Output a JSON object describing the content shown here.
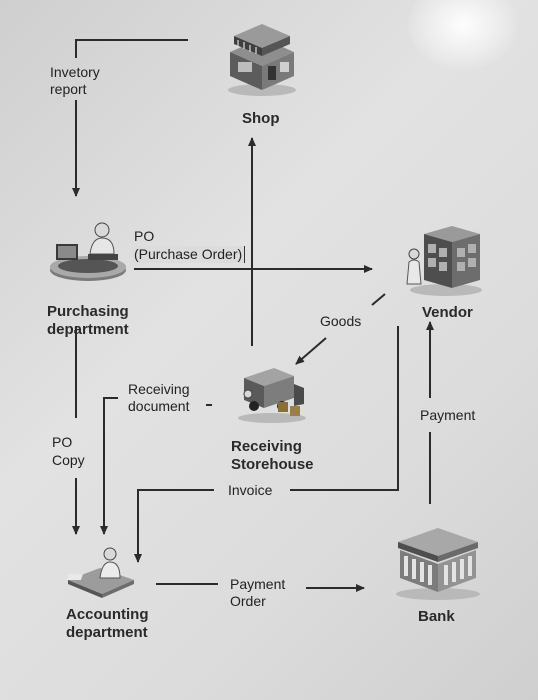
{
  "nodes": {
    "shop": "Shop",
    "purchasing": [
      "Purchasing",
      "department"
    ],
    "vendor": "Vendor",
    "receiving": [
      "Receiving",
      "Storehouse"
    ],
    "accounting": [
      "Accounting",
      "department"
    ],
    "bank": "Bank"
  },
  "flows": {
    "inventory_report": [
      "Invetory",
      "report"
    ],
    "po": [
      "PO",
      "(Purchase Order)"
    ],
    "goods": "Goods",
    "receiving_document": [
      "Receiving",
      "document"
    ],
    "po_copy": [
      "PO",
      "Copy"
    ],
    "invoice": "Invoice",
    "payment_order": [
      "Payment",
      "Order"
    ],
    "payment": "Payment"
  },
  "icons": {
    "shop": "shop-icon",
    "purchasing": "purchasing-clerk-icon",
    "vendor": "vendor-warehouse-icon",
    "receiving": "delivery-truck-icon",
    "accounting": "accounting-clerk-icon",
    "bank": "bank-building-icon"
  },
  "colors": {
    "line": "#2b2b2b",
    "text": "#222222"
  }
}
